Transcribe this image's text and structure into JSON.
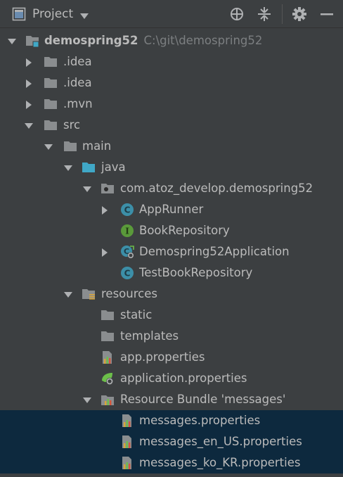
{
  "header": {
    "title": "Project"
  },
  "tree": {
    "root": {
      "label": "demospring52",
      "path": "C:\\git\\demospring52"
    },
    "items": [
      {
        "label": ".idea"
      },
      {
        "label": ".idea"
      },
      {
        "label": ".mvn"
      },
      {
        "label": "src"
      },
      {
        "label": "main"
      },
      {
        "label": "java"
      },
      {
        "label": "com.atoz_develop.demospring52"
      },
      {
        "label": "AppRunner"
      },
      {
        "label": "BookRepository"
      },
      {
        "label": "Demospring52Application"
      },
      {
        "label": "TestBookRepository"
      },
      {
        "label": "resources"
      },
      {
        "label": "static"
      },
      {
        "label": "templates"
      },
      {
        "label": "app.properties"
      },
      {
        "label": "application.properties"
      },
      {
        "label": "Resource Bundle 'messages'"
      },
      {
        "label": "messages.properties"
      },
      {
        "label": "messages_en_US.properties"
      },
      {
        "label": "messages_ko_KR.properties"
      }
    ]
  },
  "colors": {
    "background": "#3c3f41",
    "selection": "#0d293e",
    "text": "#bbbbbb",
    "path_text": "#7c7f81",
    "folder": "#8a8d8f",
    "source_folder": "#40a8c7",
    "class_icon": "#3c8fa8",
    "interface_icon": "#5a9a3a"
  }
}
